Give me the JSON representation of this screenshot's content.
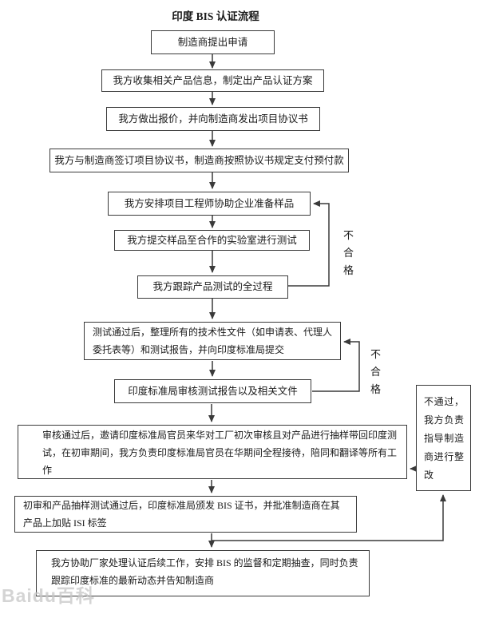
{
  "title": "印度 BIS 认证流程",
  "nodes": [
    {
      "id": "apply",
      "text": "制造商提出申请"
    },
    {
      "id": "collect-info",
      "text": "我方收集相关产品信息，制定出产品认证方案"
    },
    {
      "id": "quote",
      "text": "我方做出报价，并向制造商发出项目协议书"
    },
    {
      "id": "sign-pay",
      "text": "我方与制造商签订项目协议书，制造商按照协议书规定支付预付款"
    },
    {
      "id": "prepare-sample",
      "text": "我方安排项目工程师协助企业准备样品"
    },
    {
      "id": "submit-sample",
      "text": "我方提交样品至合作的实验室进行测试"
    },
    {
      "id": "track-testing",
      "text": "我方跟踪产品测试的全过程"
    },
    {
      "id": "submit-docs",
      "text": "测试通过后，整理所有的技术性文件（如申请表、代理人委托表等）和测试报告，并向印度标准局提交"
    },
    {
      "id": "bis-review",
      "text": "印度标准局审核测试报告以及相关文件"
    },
    {
      "id": "factory-audit",
      "text": "审核通过后，邀请印度标准局官员来华对工厂初次审核且对产品进行抽样带回印度测试，在初审期间，我方负责印度标准局官员在华期间全程接待，陪同和翻译等所有工作"
    },
    {
      "id": "certificate",
      "text": "初审和产品抽样测试通过后，印度标准局颁发 BIS 证书，并批准制造商在其产品上加贴 ISI 标签"
    },
    {
      "id": "follow-up",
      "text": "我方协助厂家处理认证后续工作，安排 BIS 的监督和定期抽查，同时负责跟踪印度标准的最新动态并告知制造商"
    }
  ],
  "side_box": {
    "text": "不通过，我方负责指导制造商进行整改"
  },
  "labels": {
    "fail_test": "不合格",
    "fail_review": "不合格"
  },
  "watermark": "Baidu百科",
  "colors": {
    "line": "#3a3a3a",
    "text": "#1a1a1a",
    "background": "#ffffff",
    "watermark": "#c6c6c6"
  }
}
